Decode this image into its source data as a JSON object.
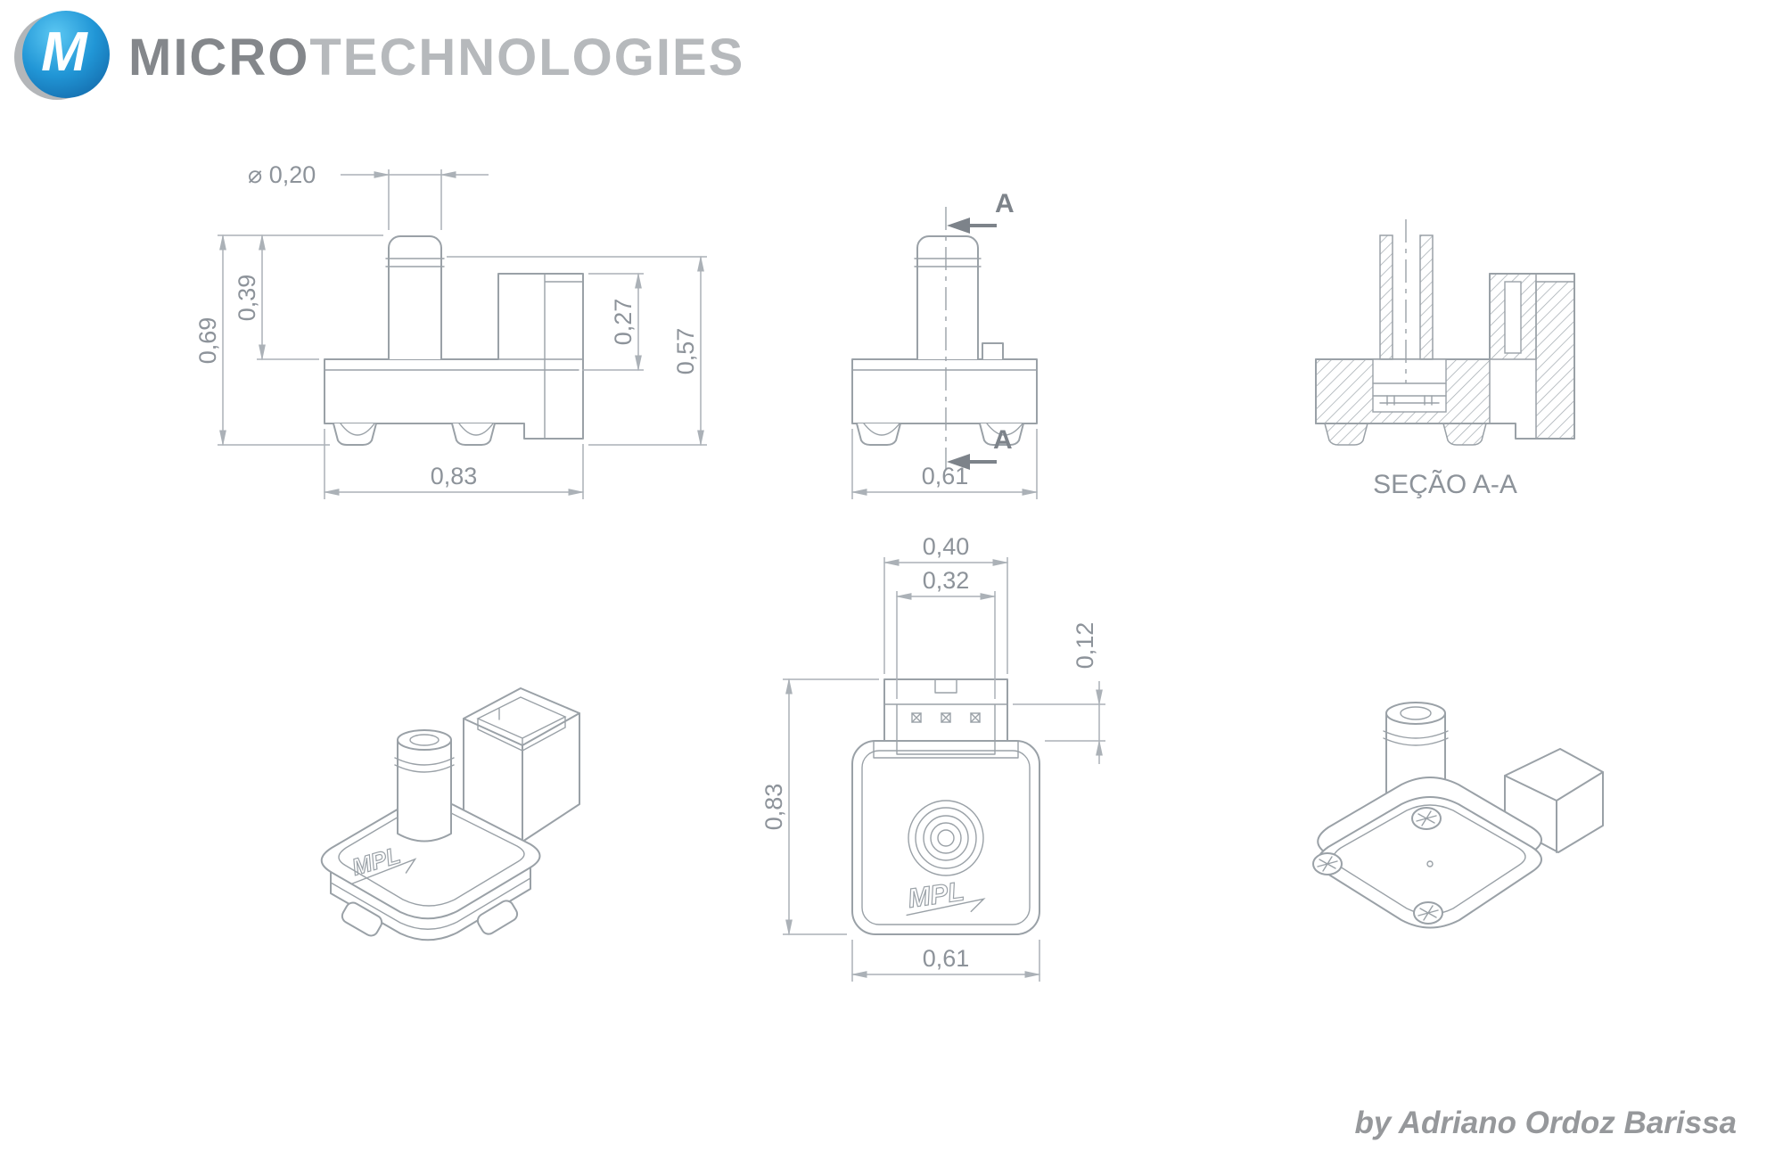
{
  "header": {
    "logo_m": "M",
    "brand_micro": "MICRO",
    "brand_technologies": "TECHNOLOGIES"
  },
  "drawing": {
    "views": {
      "front": {
        "dims": {
          "dia": "⌀ 0,20",
          "h39": "0,39",
          "h69": "0,69",
          "h27": "0,27",
          "h57": "0,57",
          "w83": "0,83"
        }
      },
      "side": {
        "section_label_top": "A",
        "section_label_bottom": "A",
        "dims": {
          "w61": "0,61"
        }
      },
      "section": {
        "caption": "SEÇÃO A-A"
      },
      "top": {
        "brand": "MPL",
        "dims": {
          "w40": "0,40",
          "w32": "0,32",
          "h12": "0,12",
          "h83": "0,83",
          "w61": "0,61"
        }
      },
      "iso_front": {
        "brand": "MPL"
      }
    },
    "colors": {
      "line": "#9aa1a7",
      "dimension": "#abb1b7",
      "text": "#8d939a",
      "logo_blue": "#2196d6",
      "logo_gray": "#b3b6b9"
    }
  },
  "footer": {
    "credit": "by Adriano Ordoz Barissa"
  }
}
